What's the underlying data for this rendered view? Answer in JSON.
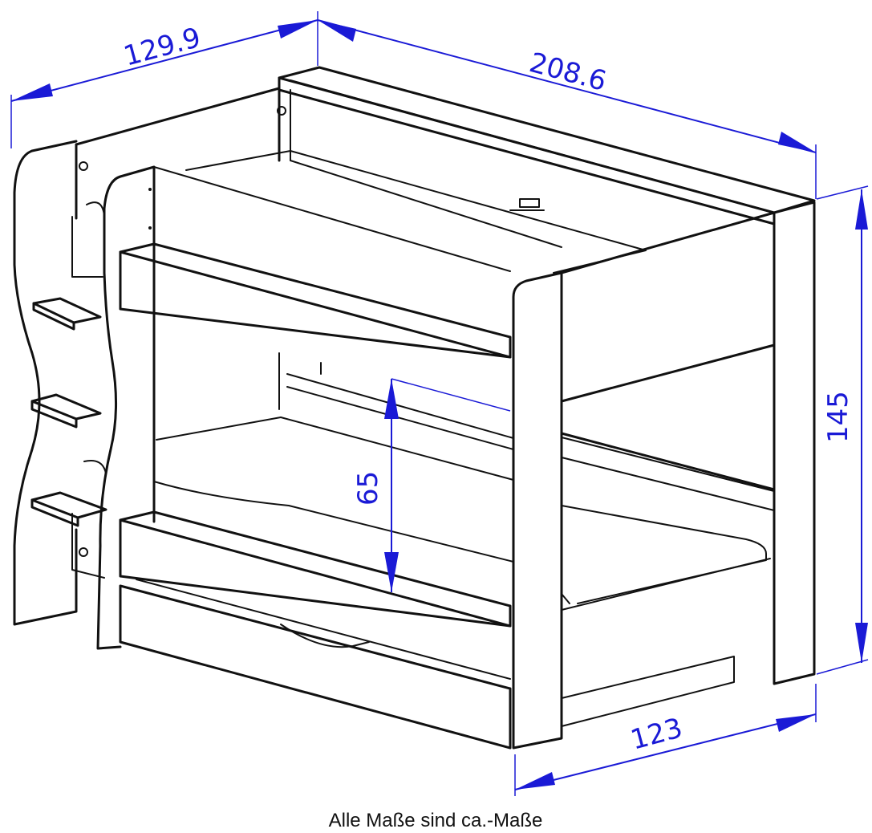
{
  "dimensions": {
    "depth": "129.9",
    "length": "208.6",
    "height": "145",
    "clearance": "65",
    "width_lower": "123"
  },
  "caption": "Alle Maße sind ca.-Maße",
  "colors": {
    "dimension": "#1a1ad6",
    "line": "#111111",
    "background": "#ffffff"
  }
}
